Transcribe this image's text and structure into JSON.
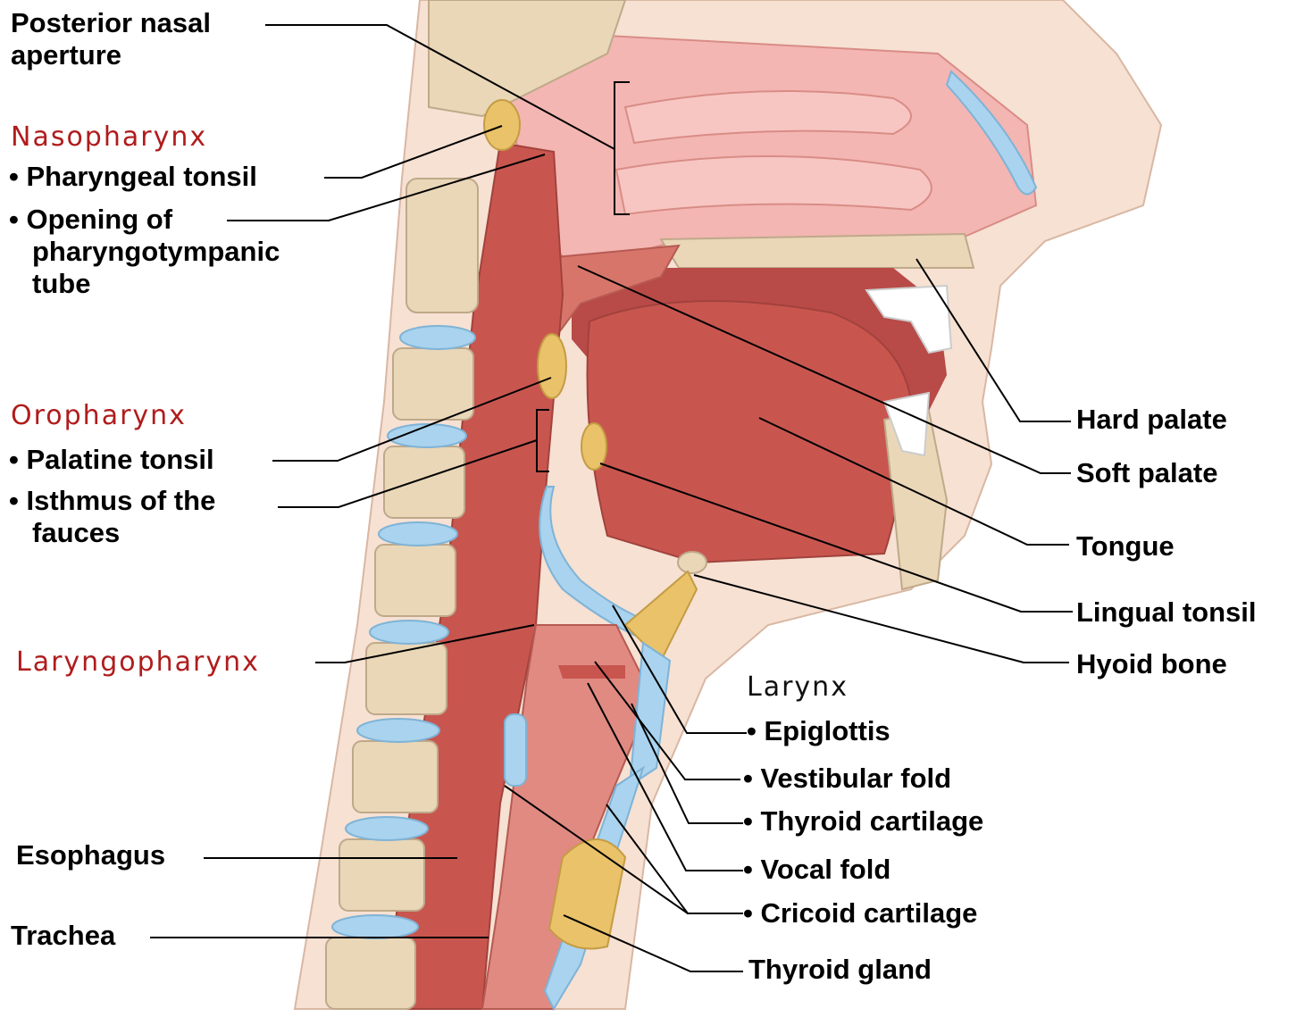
{
  "colors": {
    "region_label": "#b01c1c",
    "muscle": "#c8564f",
    "mucosa": "#f1b3b0",
    "bone": "#e9d7b8",
    "cartilage": "#a9d3ee",
    "fat": "#e9c26a"
  },
  "labels": {
    "posterior_nasal_aperture": [
      "Posterior nasal",
      "aperture"
    ],
    "nasopharynx": "Nasopharynx",
    "pharyngeal_tonsil": "• Pharyngeal tonsil",
    "opening_pharyngotympanic": [
      "• Opening of",
      "pharyngotympanic",
      "tube"
    ],
    "oropharynx": "Oropharynx",
    "palatine_tonsil": "• Palatine tonsil",
    "isthmus_fauces": [
      "• Isthmus of the",
      "fauces"
    ],
    "laryngopharynx": "Laryngopharynx",
    "esophagus": "Esophagus",
    "trachea": "Trachea",
    "hard_palate": "Hard palate",
    "soft_palate": "Soft palate",
    "tongue": "Tongue",
    "lingual_tonsil": "Lingual tonsil",
    "hyoid_bone": "Hyoid bone",
    "larynx": "Larynx",
    "epiglottis": "• Epiglottis",
    "vestibular_fold": "• Vestibular fold",
    "thyroid_cartilage": "• Thyroid cartilage",
    "vocal_fold": "• Vocal fold",
    "cricoid_cartilage": "• Cricoid cartilage",
    "thyroid_gland": "Thyroid gland"
  }
}
